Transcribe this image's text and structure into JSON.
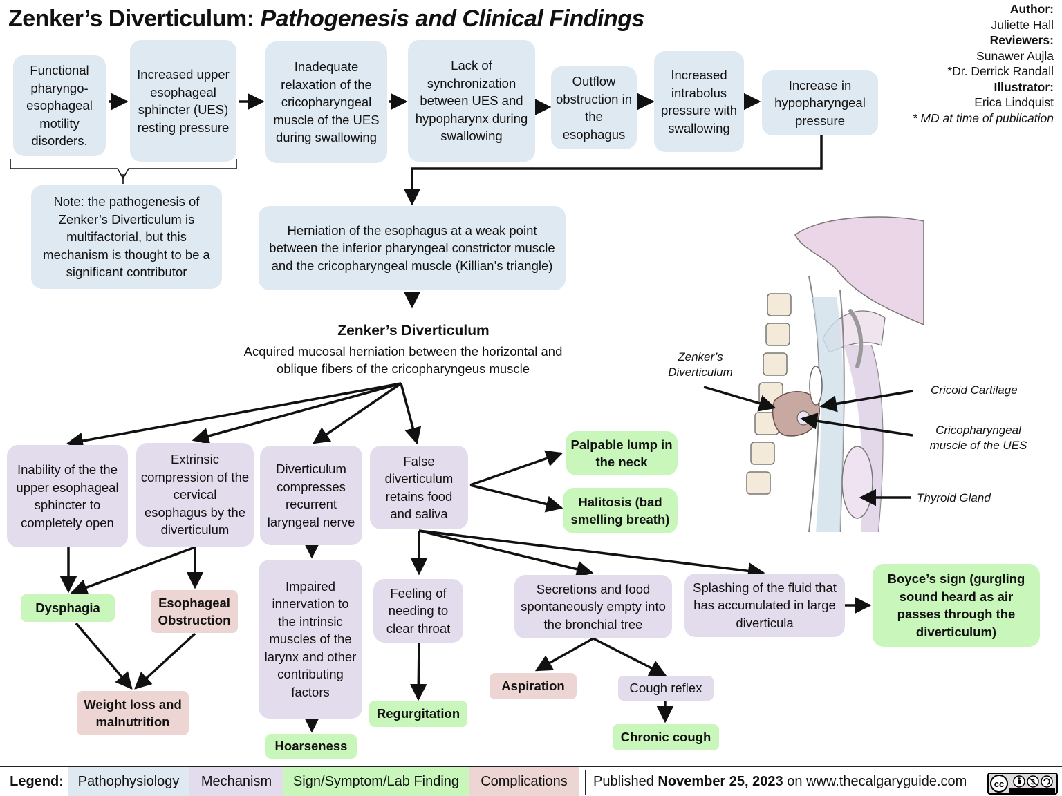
{
  "title": {
    "main": "Zenker’s Diverticulum:",
    "italic": "Pathogenesis and Clinical Findings"
  },
  "credits": {
    "author_label": "Author:",
    "author": "Juliette Hall",
    "reviewers_label": "Reviewers:",
    "reviewer1": "Sunawer Aujla",
    "reviewer2": "*Dr. Derrick Randall",
    "illustrator_label": "Illustrator:",
    "illustrator": "Erica Lindquist",
    "note": "* MD at time of publication"
  },
  "nodes": {
    "functional": "Functional pharyngo-esophageal motility disorders.",
    "increased_ues": "Increased upper esophageal sphincter (UES) resting pressure",
    "inadequate": "Inadequate relaxation of the cricopharyngeal muscle of the UES during swallowing",
    "lack_sync": "Lack of synchronization between UES and hypopharynx during swallowing",
    "outflow": "Outflow obstruction in the esophagus",
    "intrabolus": "Increased intrabolus pressure with swallowing",
    "hypopharyngeal": "Increase in hypopharyngeal pressure",
    "note": "Note: the pathogenesis of Zenker’s Diverticulum is multifactorial, but this mechanism is thought to be a significant contributor",
    "herniation": "Herniation of the esophagus at a weak point between the inferior pharyngeal constrictor muscle and the cricopharyngeal muscle (Killian’s triangle)",
    "zd_title": "Zenker’s Diverticulum",
    "zd_def": "Acquired mucosal herniation between the horizontal and oblique fibers of the cricopharyngeus muscle",
    "inability": "Inability of the the upper esophageal sphincter to completely open",
    "extrinsic": "Extrinsic compression of the cervical esophagus by the diverticulum",
    "compresses": "Diverticulum compresses recurrent laryngeal nerve",
    "false_div": "False diverticulum retains food and saliva",
    "palpable": "Palpable lump in the neck",
    "halitosis": "Halitosis (bad smelling breath)",
    "dysphagia": "Dysphagia",
    "obstruction": "Esophageal Obstruction",
    "weight_loss": "Weight loss and malnutrition",
    "impaired": "Impaired innervation to the intrinsic muscles of the larynx and other contributing factors",
    "hoarseness": "Hoarseness",
    "feeling": "Feeling of needing to clear throat",
    "regurgitation": "Regurgitation",
    "secretions": "Secretions and food spontaneously empty into the bronchial tree",
    "splashing": "Splashing of the fluid that has accumulated in large diverticula",
    "boyce": "Boyce’s sign (gurgling sound heard as air passes through the diverticulum)",
    "aspiration": "Aspiration",
    "cough_reflex": "Cough reflex",
    "chronic_cough": "Chronic cough"
  },
  "illustration_labels": {
    "zenkers": "Zenker’s Diverticulum",
    "cricoid": "Cricoid Cartilage",
    "cricopharyngeal": "Cricopharyngeal muscle of the UES",
    "thyroid": "Thyroid Gland"
  },
  "legend": {
    "label": "Legend:",
    "pathophysiology": "Pathophysiology",
    "mechanism": "Mechanism",
    "sign": "Sign/Symptom/Lab Finding",
    "complications": "Complications",
    "published_prefix": "Published",
    "published_date": "November 25, 2023",
    "published_suffix": "on www.thecalgaryguide.com",
    "license": "cc BY NC SA"
  },
  "colors": {
    "pathophysiology": "#dfe9f2",
    "mechanism": "#e2dcec",
    "sign": "#c9f6bb",
    "complications": "#ecd5d3"
  }
}
